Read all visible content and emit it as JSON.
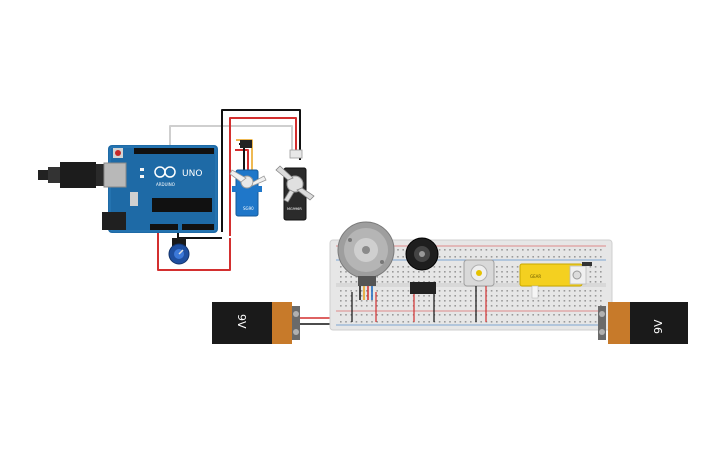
{
  "arduino": {
    "brand": "UNO",
    "subbrand": "ARDUINO"
  },
  "servo": {
    "model": "SG90"
  },
  "servo_large": {
    "model": "MG996R"
  },
  "battery_left": {
    "label": "9V"
  },
  "battery_right": {
    "label": "9V"
  },
  "gear_motor": {
    "label": "GEAR"
  },
  "colors": {
    "arduino": "#1e6aa6",
    "breadboard": "#e6e6e6",
    "wire_red": "#d32f2f",
    "wire_black": "#111111",
    "wire_white": "#f0f0f0",
    "battery_body": "#1a1a1a",
    "battery_cap": "#c77a2a",
    "servo_blue": "#1f77c9",
    "motor_yellow": "#f4d020"
  }
}
